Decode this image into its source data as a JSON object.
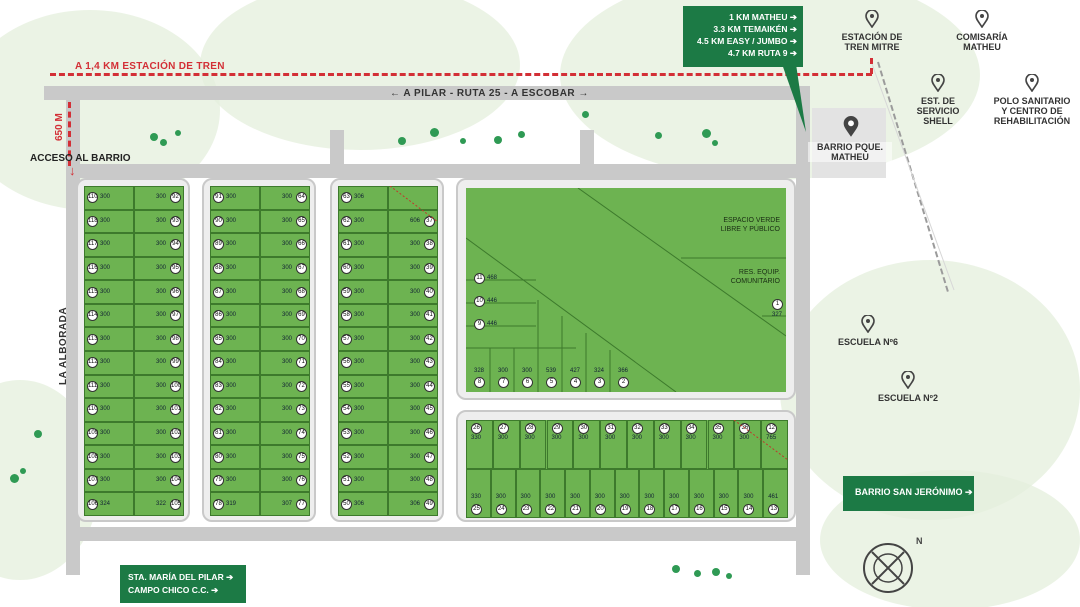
{
  "labels": {
    "train_distance": "A 1,4 KM ESTACIÓN DE TREN",
    "main_road": "← A PILAR - RUTA 25 - A ESCOBAR →",
    "distance_access": "650 M",
    "access": "ACCESO AL BARRIO",
    "side_road": "LA ALBORADA",
    "green_space": [
      "ESPACIO VERDE",
      "LIBRE Y PÚBLICO"
    ],
    "reserve": [
      "RES. EQUIP.",
      "COMUNITARIO"
    ]
  },
  "info_box": [
    "1 KM MATHEU",
    "3.3 KM TEMAIKÉN",
    "4.5 KM EASY / JUMBO",
    "4.7 KM RUTA 9"
  ],
  "pois": [
    {
      "id": "estacion",
      "lines": [
        "ESTACIÓN DE",
        "TREN MITRE"
      ]
    },
    {
      "id": "comisaria",
      "lines": [
        "COMISARÍA",
        "MATHEU"
      ]
    },
    {
      "id": "shell",
      "lines": [
        "EST. DE",
        "SERVICIO",
        "SHELL"
      ]
    },
    {
      "id": "polo",
      "lines": [
        "POLO SANITARIO",
        "Y CENTRO DE",
        "REHABILITACIÓN"
      ]
    },
    {
      "id": "barrio",
      "lines": [
        "BARRIO PQUE.",
        "MATHEU"
      ]
    },
    {
      "id": "escuela6",
      "lines": [
        "ESCUELA Nº6"
      ]
    },
    {
      "id": "escuela2",
      "lines": [
        "ESCUELA Nº2"
      ]
    }
  ],
  "buttons": {
    "san_jeronimo": "BARRIO SAN JERÓNIMO",
    "maria_pilar": [
      "STA. MARÍA DEL PILAR",
      "CAMPO CHICO C.C."
    ]
  },
  "blocks": {
    "block_a": [
      {
        "ln": 110,
        "la": 300,
        "rn": 92,
        "ra": 300
      },
      {
        "ln": 118,
        "la": 300,
        "rn": 93,
        "ra": 300
      },
      {
        "ln": 117,
        "la": 300,
        "rn": 94,
        "ra": 300
      },
      {
        "ln": 116,
        "la": 300,
        "rn": 95,
        "ra": 300
      },
      {
        "ln": 115,
        "la": 300,
        "rn": 96,
        "ra": 300
      },
      {
        "ln": 114,
        "la": 300,
        "rn": 97,
        "ra": 300
      },
      {
        "ln": 113,
        "la": 300,
        "rn": 98,
        "ra": 300
      },
      {
        "ln": 112,
        "la": 300,
        "rn": 99,
        "ra": 300
      },
      {
        "ln": 111,
        "la": 300,
        "rn": 100,
        "ra": 300
      },
      {
        "ln": 110,
        "la": 300,
        "rn": 101,
        "ra": 300
      },
      {
        "ln": 109,
        "la": 300,
        "rn": 102,
        "ra": 300
      },
      {
        "ln": 108,
        "la": 300,
        "rn": 103,
        "ra": 300
      },
      {
        "ln": 107,
        "la": 300,
        "rn": 104,
        "ra": 300
      },
      {
        "ln": 106,
        "la": 324,
        "rn": 105,
        "ra": 322
      }
    ],
    "block_b": [
      {
        "ln": 91,
        "la": 300,
        "rn": 64,
        "ra": 300
      },
      {
        "ln": 90,
        "la": 300,
        "rn": 65,
        "ra": 300
      },
      {
        "ln": 89,
        "la": 300,
        "rn": 66,
        "ra": 300
      },
      {
        "ln": 88,
        "la": 300,
        "rn": 67,
        "ra": 300
      },
      {
        "ln": 87,
        "la": 300,
        "rn": 68,
        "ra": 300
      },
      {
        "ln": 86,
        "la": 300,
        "rn": 69,
        "ra": 300
      },
      {
        "ln": 85,
        "la": 300,
        "rn": 70,
        "ra": 300
      },
      {
        "ln": 84,
        "la": 300,
        "rn": 71,
        "ra": 300
      },
      {
        "ln": 83,
        "la": 300,
        "rn": 72,
        "ra": 300
      },
      {
        "ln": 82,
        "la": 300,
        "rn": 73,
        "ra": 300
      },
      {
        "ln": 81,
        "la": 300,
        "rn": 74,
        "ra": 300
      },
      {
        "ln": 80,
        "la": 300,
        "rn": 75,
        "ra": 300
      },
      {
        "ln": 79,
        "la": 300,
        "rn": 76,
        "ra": 300
      },
      {
        "ln": 78,
        "la": 319,
        "rn": 77,
        "ra": 307
      }
    ],
    "block_c": [
      {
        "ln": 63,
        "la": 306,
        "rn": null,
        "ra": null
      },
      {
        "ln": 62,
        "la": 300,
        "rn": 37,
        "ra": 606
      },
      {
        "ln": 61,
        "la": 300,
        "rn": 38,
        "ra": 300
      },
      {
        "ln": 60,
        "la": 300,
        "rn": 39,
        "ra": 300
      },
      {
        "ln": 59,
        "la": 300,
        "rn": 40,
        "ra": 300
      },
      {
        "ln": 58,
        "la": 300,
        "rn": 41,
        "ra": 300
      },
      {
        "ln": 57,
        "la": 300,
        "rn": 42,
        "ra": 300
      },
      {
        "ln": 56,
        "la": 300,
        "rn": 43,
        "ra": 300
      },
      {
        "ln": 55,
        "la": 300,
        "rn": 44,
        "ra": 300
      },
      {
        "ln": 54,
        "la": 300,
        "rn": 45,
        "ra": 300
      },
      {
        "ln": 53,
        "la": 300,
        "rn": 46,
        "ra": 300
      },
      {
        "ln": 52,
        "la": 300,
        "rn": 47,
        "ra": 300
      },
      {
        "ln": 51,
        "la": 300,
        "rn": 48,
        "ra": 300
      },
      {
        "ln": 50,
        "la": 306,
        "rn": 49,
        "ra": 306
      }
    ],
    "block_d_left": [
      {
        "n": 11,
        "a": 468
      },
      {
        "n": 10,
        "a": 446
      },
      {
        "n": 9,
        "a": 446
      }
    ],
    "block_d_bottom": [
      {
        "n": 8,
        "a": 328
      },
      {
        "n": 7,
        "a": 300
      },
      {
        "n": 6,
        "a": 300
      },
      {
        "n": 5,
        "a": 539
      },
      {
        "n": 4,
        "a": 427
      },
      {
        "n": 3,
        "a": 324
      },
      {
        "n": 2,
        "a": 366
      }
    ],
    "block_d_one": {
      "n": 1,
      "a": 327
    },
    "block_e_top": [
      {
        "n": 26,
        "a": 330
      },
      {
        "n": 27,
        "a": 300
      },
      {
        "n": 28,
        "a": 300
      },
      {
        "n": 29,
        "a": 300
      },
      {
        "n": 30,
        "a": 300
      },
      {
        "n": 31,
        "a": 300
      },
      {
        "n": 32,
        "a": 300
      },
      {
        "n": 33,
        "a": 300
      },
      {
        "n": 34,
        "a": 300
      },
      {
        "n": 35,
        "a": 300
      },
      {
        "n": 36,
        "a": 300
      },
      {
        "n": 12,
        "a": 765
      }
    ],
    "block_e_bottom": [
      {
        "n": 25,
        "a": 330
      },
      {
        "n": 24,
        "a": 300
      },
      {
        "n": 23,
        "a": 300
      },
      {
        "n": 22,
        "a": 300
      },
      {
        "n": 21,
        "a": 300
      },
      {
        "n": 20,
        "a": 300
      },
      {
        "n": 19,
        "a": 300
      },
      {
        "n": 18,
        "a": 300
      },
      {
        "n": 17,
        "a": 300
      },
      {
        "n": 16,
        "a": 300
      },
      {
        "n": 15,
        "a": 300
      },
      {
        "n": 14,
        "a": 300
      },
      {
        "n": 13,
        "a": 461
      }
    ]
  },
  "colors": {
    "lot_green": "#6db351",
    "button_green": "#1c7a45",
    "accent_red": "#d32f36",
    "road_gray": "#c9c9c9"
  }
}
